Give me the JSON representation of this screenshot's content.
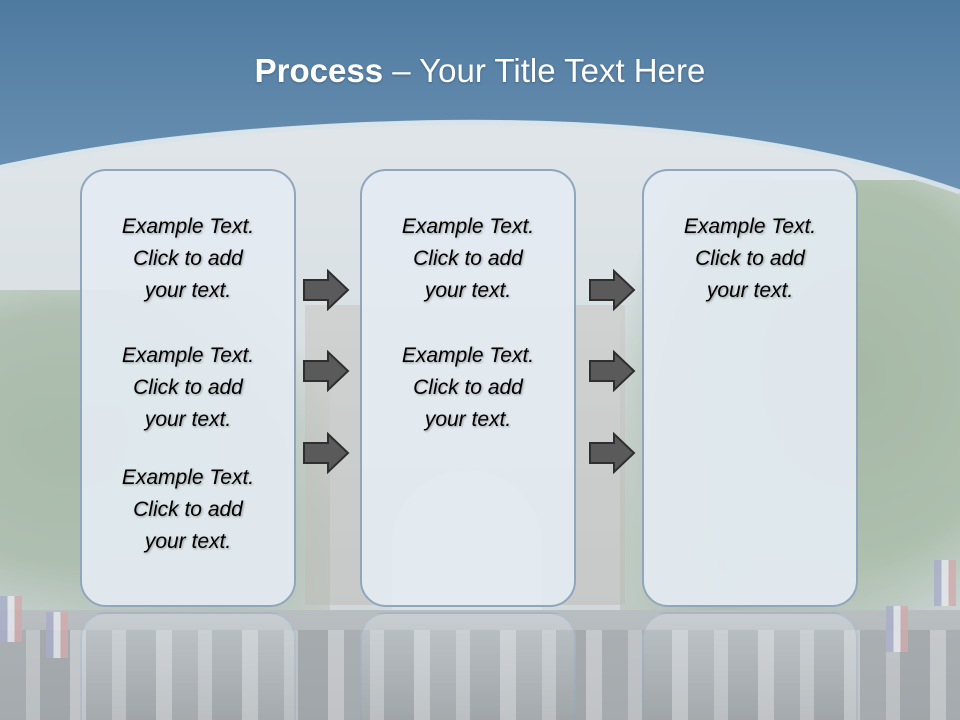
{
  "slide": {
    "title_bold": "Process",
    "title_rest": "– Your Title Text Here"
  },
  "columns": [
    {
      "items": [
        "Example Text.\nClick  to add\nyour text.",
        "Example Text.\nClick  to add\nyour text.",
        "Example Text.\nClick  to add\nyour text."
      ]
    },
    {
      "items": [
        "Example Text.\nClick  to add\nyour text.",
        "Example Text.\nClick  to add\nyour text."
      ]
    },
    {
      "items": [
        "Example Text.\nClick  to add\nyour text."
      ]
    }
  ],
  "icons": {
    "arrow": "right-arrow-icon"
  },
  "colors": {
    "header": "#5f87a8",
    "box_border": "#8fa6bc",
    "box_fill": "#e3ebf1",
    "arrow": "#5a5a5a"
  }
}
